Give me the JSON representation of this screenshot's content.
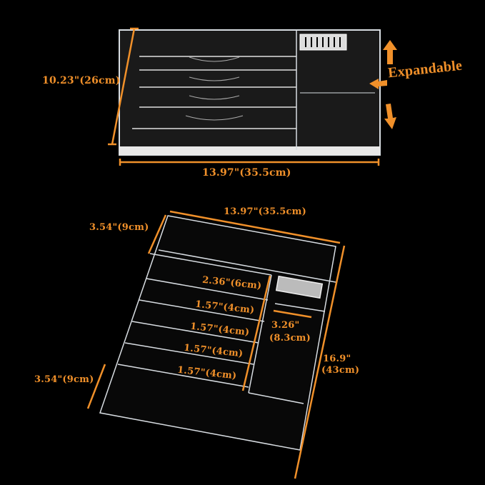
{
  "colors": {
    "background": "#000000",
    "accent": "#f0902a",
    "acrylic": "#d8dde2"
  },
  "top_view": {
    "height_label": "10.23\"(26cm)",
    "width_label": "13.97\"(35.5cm)",
    "expand_label": "Expandable",
    "icons": [
      "arrow-up-icon",
      "arrow-left-icon",
      "arrow-down-icon"
    ]
  },
  "bottom_view": {
    "width_label": "13.97\"(35.5cm)",
    "top_depth_label": "3.54\"(9cm)",
    "slot1_label": "2.36\"(6cm)",
    "slot2_label": "1.57\"(4cm)",
    "slot3_label": "1.57\"(4cm)",
    "slot4_label": "1.57\"(4cm)",
    "slot5_label": "1.57\"(4cm)",
    "side_width_label_1": "3.26\"",
    "side_width_label_2": "(8.3cm)",
    "length_label_1": "16.9\"",
    "length_label_2": "(43cm)",
    "bottom_depth_label": "3.54\"(9cm)"
  }
}
